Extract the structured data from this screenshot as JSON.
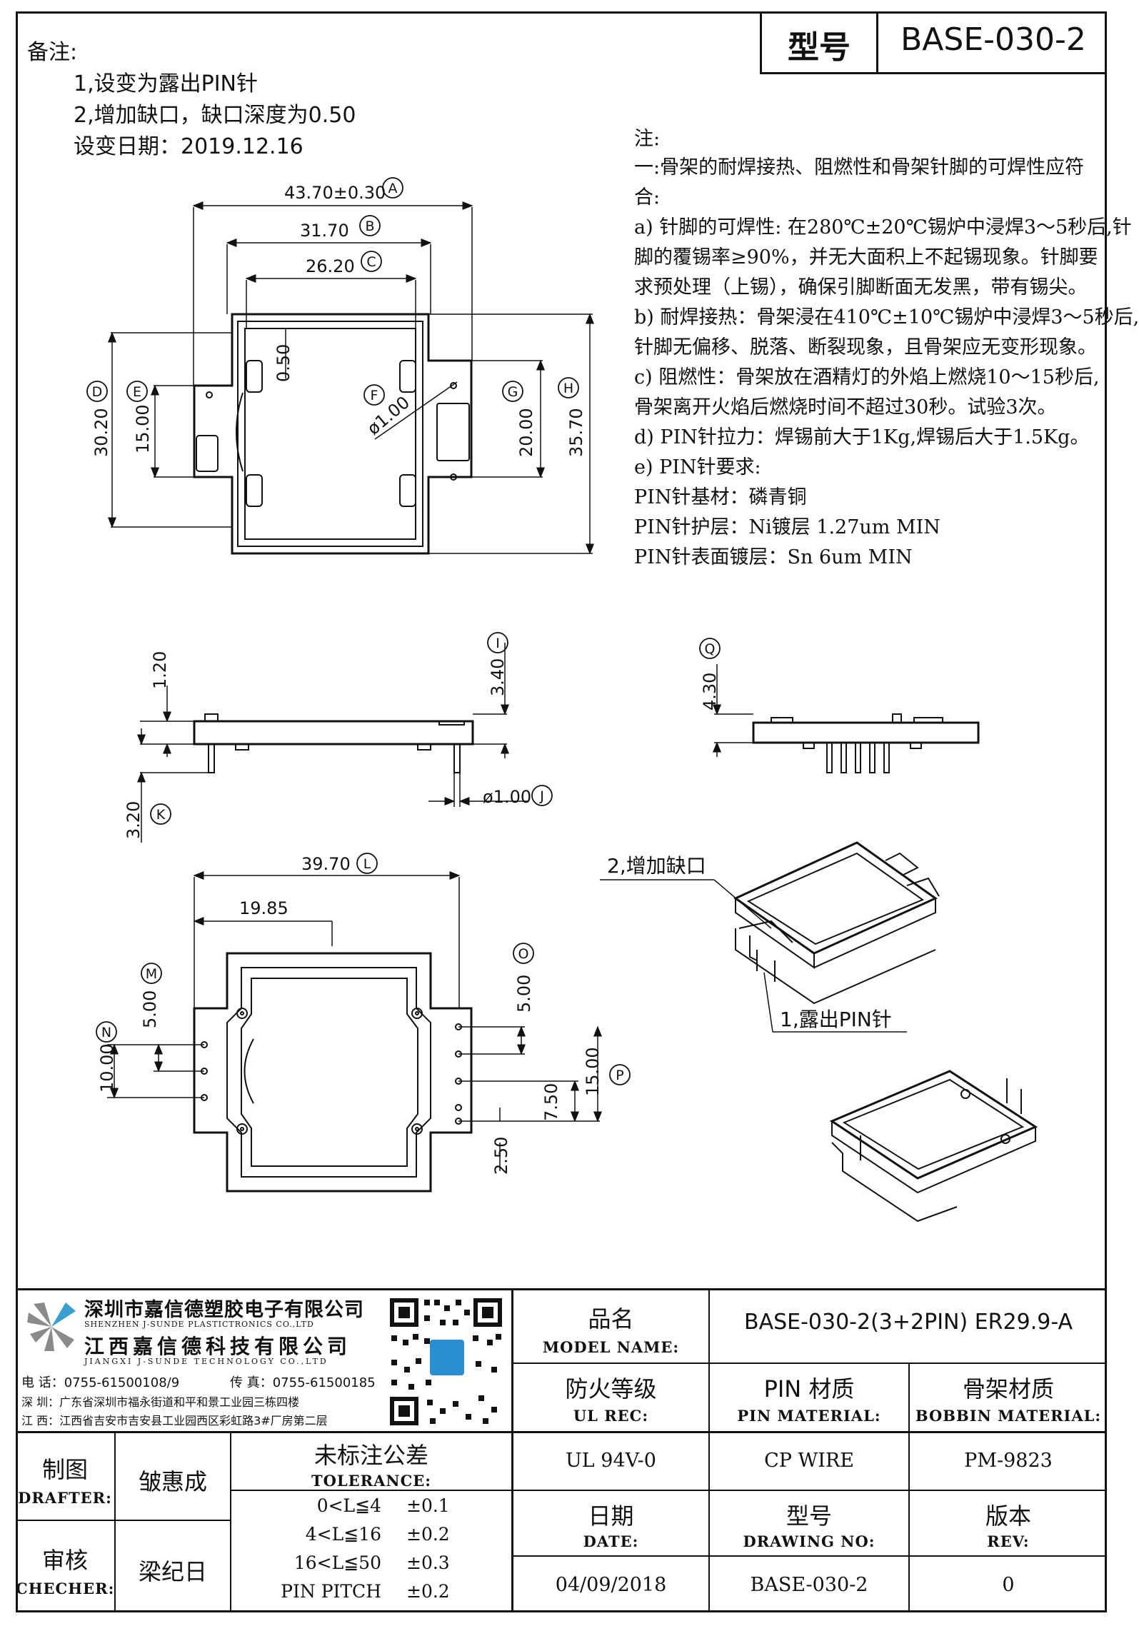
{
  "header": {
    "model_label": "型号",
    "model_value": "BASE-030-2"
  },
  "remarks": {
    "title": "备注:",
    "items": [
      "1,设变为露出PIN针",
      "2,增加缺口，缺口深度为0.50"
    ],
    "change_date": "设变日期：2019.12.16"
  },
  "spec_notes": {
    "title": "注:",
    "lines": [
      "一:骨架的耐焊接热、阻燃性和骨架针脚的可焊性应符",
      "合:",
      "a) 针脚的可焊性: 在280℃±20℃锡炉中浸焊3～5秒后,针",
      "脚的覆锡率≥90%，并无大面积上不起锡现象。针脚要",
      "求预处理（上锡），确保引脚断面无发黑，带有锡尖。",
      "b) 耐焊接热：骨架浸在410℃±10℃锡炉中浸焊3～5秒后,",
      "针脚无偏移、脱落、断裂现象，且骨架应无变形现象。",
      "c) 阻燃性：骨架放在酒精灯的外焰上燃烧10～15秒后,",
      "骨架离开火焰后燃烧时间不超过30秒。试验3次。",
      "d) PIN针拉力：焊锡前大于1Kg,焊锡后大于1.5Kg。",
      "e) PIN针要求:",
      "PIN针基材：磷青铜",
      "PIN针护层：Ni镀层 1.27um MIN",
      "PIN针表面镀层：Sn 6um MIN"
    ]
  },
  "top_view": {
    "dims": {
      "A": "43.70±0.30",
      "B": "31.70",
      "C": "26.20",
      "D": "30.20",
      "E": "15.00",
      "F": "ø1.00",
      "G": "20.00",
      "H": "35.70",
      "notch": "0.50"
    }
  },
  "side_view": {
    "dims": {
      "h1": "1.20",
      "I": "3.40",
      "K": "3.20",
      "J": "ø1.00",
      "Q": "4.30"
    }
  },
  "bottom_view": {
    "dims": {
      "L": "39.70",
      "half": "19.85",
      "M": "5.00",
      "N": "10.00",
      "O": "5.00",
      "P": "15.00",
      "p1": "7.50",
      "p2": "2.50"
    }
  },
  "iso_labels": {
    "notch": "2,增加缺口",
    "pins": "1,露出PIN针"
  },
  "circle_labels": [
    "A",
    "B",
    "C",
    "D",
    "E",
    "F",
    "G",
    "H",
    "I",
    "J",
    "K",
    "L",
    "M",
    "N",
    "O",
    "P",
    "Q"
  ],
  "company": {
    "name1": "深圳市嘉信德塑胶电子有限公司",
    "name1_en": "SHENZHEN J-SUNDE PLASTICTRONICS CO.,LTD",
    "name2": "江西嘉信德科技有限公司",
    "name2_en": "JIANGXI J-SUNDE TECHNOLOGY CO.,LTD",
    "phone": "电 话：0755-61500108/9",
    "fax": "传 真：0755-61500185",
    "addr_sz": "深 圳：广东省深圳市福永街道和平和景工业园三栋四楼",
    "addr_jx": "江 西：江西省吉安市吉安县工业园西区彩虹路3#厂房第二层"
  },
  "title_block": {
    "model_name_cn": "品名",
    "model_name_en": "MODEL NAME:",
    "model_name_value": "BASE-030-2(3+2PIN) ER29.9-A",
    "ul_cn": "防火等级",
    "ul_en": "UL REC:",
    "ul_value": "UL 94V-0",
    "pin_cn": "PIN 材质",
    "pin_en": "PIN MATERIAL:",
    "pin_value": "CP WIRE",
    "bobbin_cn": "骨架材质",
    "bobbin_en": "BOBBIN MATERIAL:",
    "bobbin_value": "PM-9823",
    "drafter_cn": "制图",
    "drafter_en": "DRAFTER:",
    "drafter_value": "皱惠成",
    "checker_cn": "审核",
    "checker_en": "CHECHER:",
    "checker_value": "梁纪日",
    "tol_cn": "未标注公差",
    "tol_en": "TOLERANCE:",
    "tol_rows": [
      {
        "range": "0<L≦4",
        "value": "±0.1"
      },
      {
        "range": "4<L≦16",
        "value": "±0.2"
      },
      {
        "range": "16<L≦50",
        "value": "±0.3"
      },
      {
        "range": "PIN PITCH",
        "value": "±0.2"
      }
    ],
    "date_cn": "日期",
    "date_en": "DATE:",
    "date_value": "04/09/2018",
    "drawing_cn": "型号",
    "drawing_en": "DRAWING NO:",
    "drawing_value": "BASE-030-2",
    "rev_cn": "版本",
    "rev_en": "REV:",
    "rev_value": "0"
  }
}
